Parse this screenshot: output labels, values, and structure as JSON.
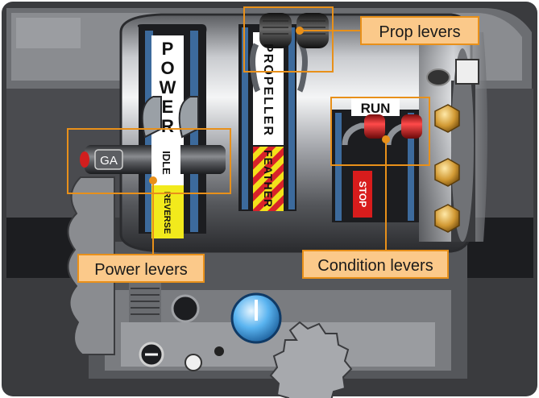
{
  "callouts": {
    "prop_levers": "Prop levers",
    "power_levers": "Power levers",
    "condition_levers": "Condition levers"
  },
  "quadrant_text": {
    "power": "POWER",
    "idle": "IDLE",
    "reverse": "REVERSE",
    "propeller": "PROPELLER",
    "feather": "FEATHER",
    "run": "RUN",
    "stop": "STOP",
    "ga": "GA"
  },
  "colors": {
    "callout_fill": "#fbc98a",
    "callout_border": "#e8901a",
    "condition_knob": "#d81c1c",
    "feather_stripe_yellow": "#f2e21a",
    "feather_stripe_red": "#d8222a",
    "stop_plate": "#d81c1c",
    "reverse_plate": "#f2ea1c",
    "trim_knob": "#5ab4f0"
  }
}
